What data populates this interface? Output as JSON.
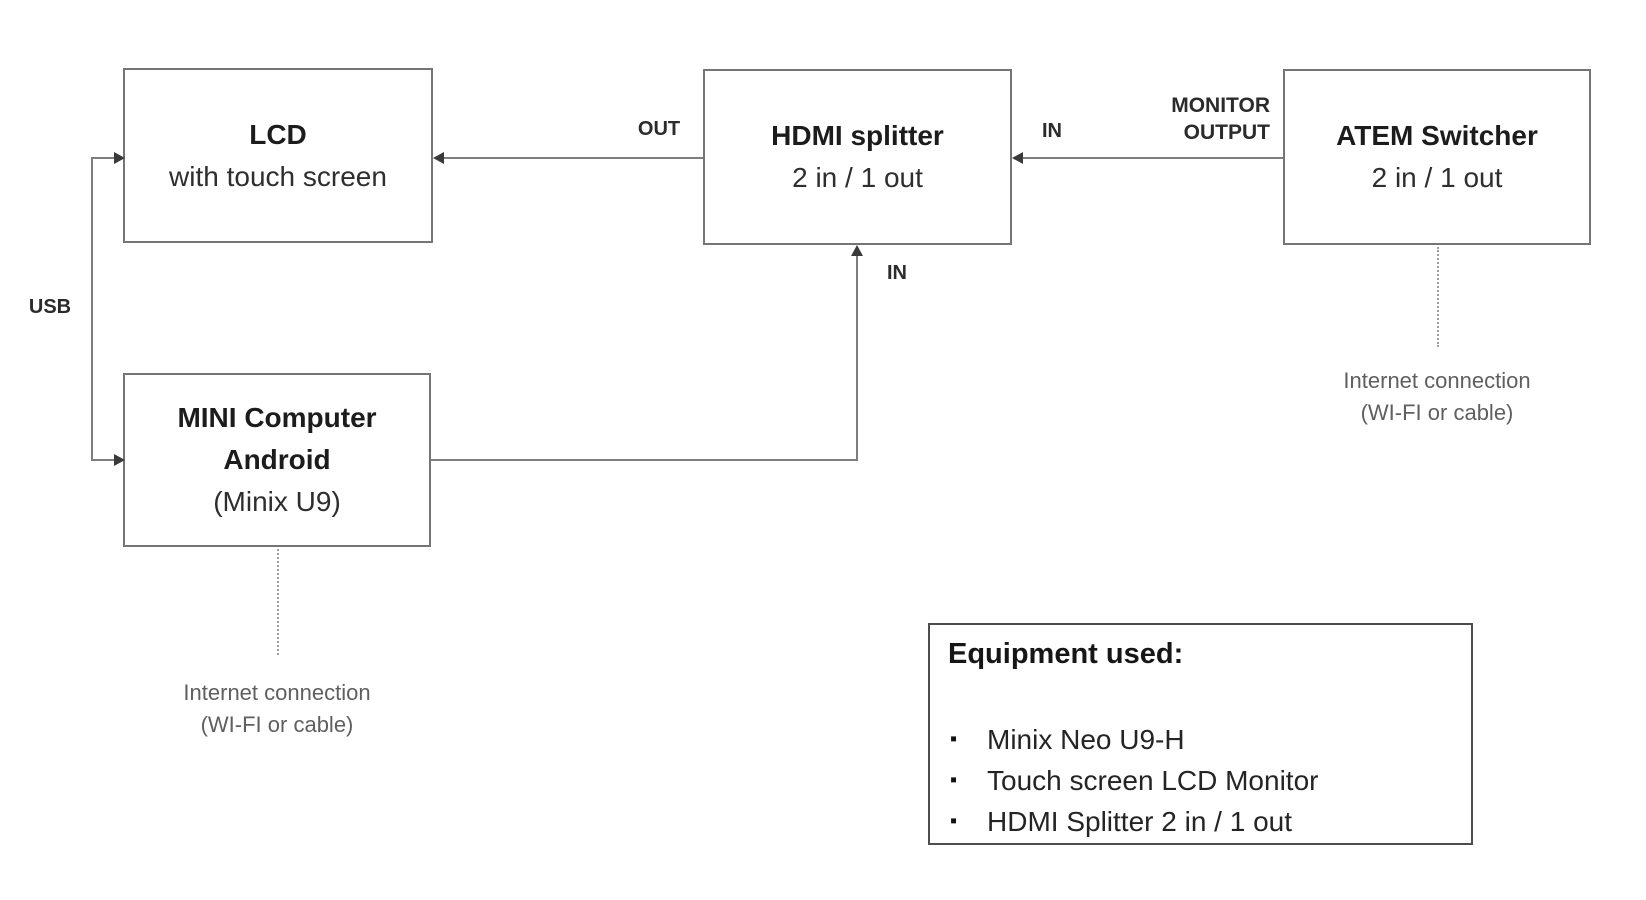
{
  "diagram": {
    "nodes": {
      "lcd": {
        "title": "LCD",
        "subtitle": "with touch screen"
      },
      "splitter": {
        "title": "HDMI splitter",
        "subtitle": "2 in / 1 out"
      },
      "atem": {
        "title": "ATEM Switcher",
        "subtitle": "2 in / 1 out"
      },
      "mini": {
        "title": "MINI Computer",
        "title2": "Android",
        "subtitle": "(Minix U9)"
      }
    },
    "labels": {
      "usb": "USB",
      "out": "OUT",
      "in_right": "IN",
      "in_bottom": "IN",
      "monitor_line1": "MONITOR",
      "monitor_line2": "OUTPUT"
    },
    "notes": {
      "mini": {
        "line1": "Internet connection",
        "line2": "(WI-FI or cable)"
      },
      "atem": {
        "line1": "Internet connection",
        "line2": "(WI-FI or cable)"
      }
    },
    "legend": {
      "title": "Equipment used:",
      "bullet": "▪",
      "items": [
        "Minix Neo U9-H",
        "Touch screen LCD Monitor",
        "HDMI Splitter 2 in / 1 out"
      ]
    },
    "colors": {
      "background": "#ffffff",
      "node_border": "#757575",
      "legend_border": "#4d4d4d",
      "line": "#7e7e7e",
      "arrow": "#3a3a3a",
      "text": "#1c1c1c",
      "muted_text": "#5f5f5f"
    }
  }
}
